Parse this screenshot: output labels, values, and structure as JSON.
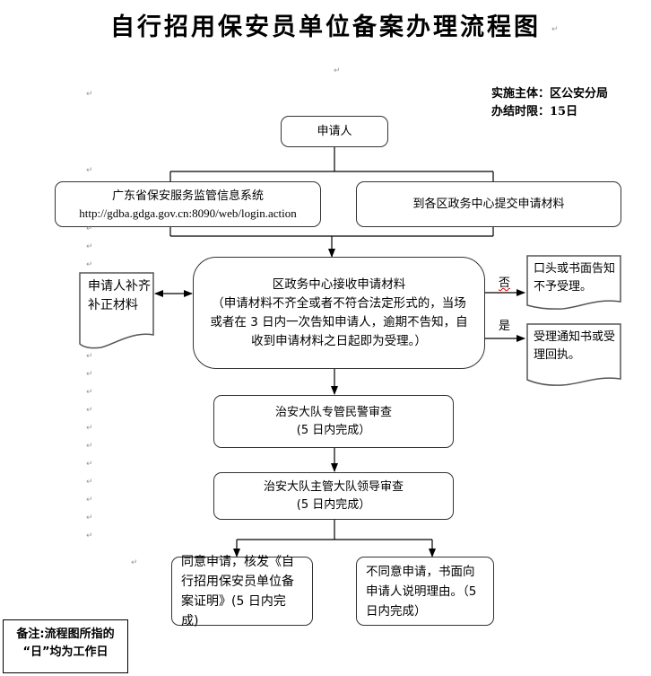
{
  "title": "自行招用保安员单位备案办理流程图",
  "meta": {
    "implementer_label": "实施主体：",
    "implementer_value": "区公安分局",
    "time_limit_label": "办结时限：",
    "time_limit_value": "15日"
  },
  "nodes": {
    "applicant": "申请人",
    "online_system": {
      "line1": "广东省保安服务监管信息系统",
      "line2": "http://gdba.gdga.gov.cn:8090/web/login.action"
    },
    "submit_offline": "到各区政务中心提交申请材料",
    "receive": {
      "line1": "区政务中心接收申请材料",
      "line2": "（申请材料不齐全或者不符合法定形式的，当场或者在 3 日内一次告知申请人，逾期不告知，自收到申请材料之日起即为受理。）"
    },
    "supplement": "申请人补齐补正材料",
    "reject_doc": "口头或书面告知不予受理。",
    "accept_doc": "受理通知书或受理回执。",
    "officer_review": {
      "line1": "治安大队专管民警审查",
      "line2": "(5 日内完成）"
    },
    "leader_review": {
      "line1": "治安大队主管大队领导审查",
      "line2": "(5 日内完成）"
    },
    "approve": "同意申请，核发《自行招用保安员单位备案证明》(5 日内完成)",
    "deny": "不同意申请，书面向申请人说明理由。（5 日内完成）"
  },
  "edge_labels": {
    "no": "否",
    "yes": "是"
  },
  "note": {
    "line1": "备注:流程图所指的",
    "line2": "“日”均为工作日"
  },
  "paragraph_mark": "↵"
}
